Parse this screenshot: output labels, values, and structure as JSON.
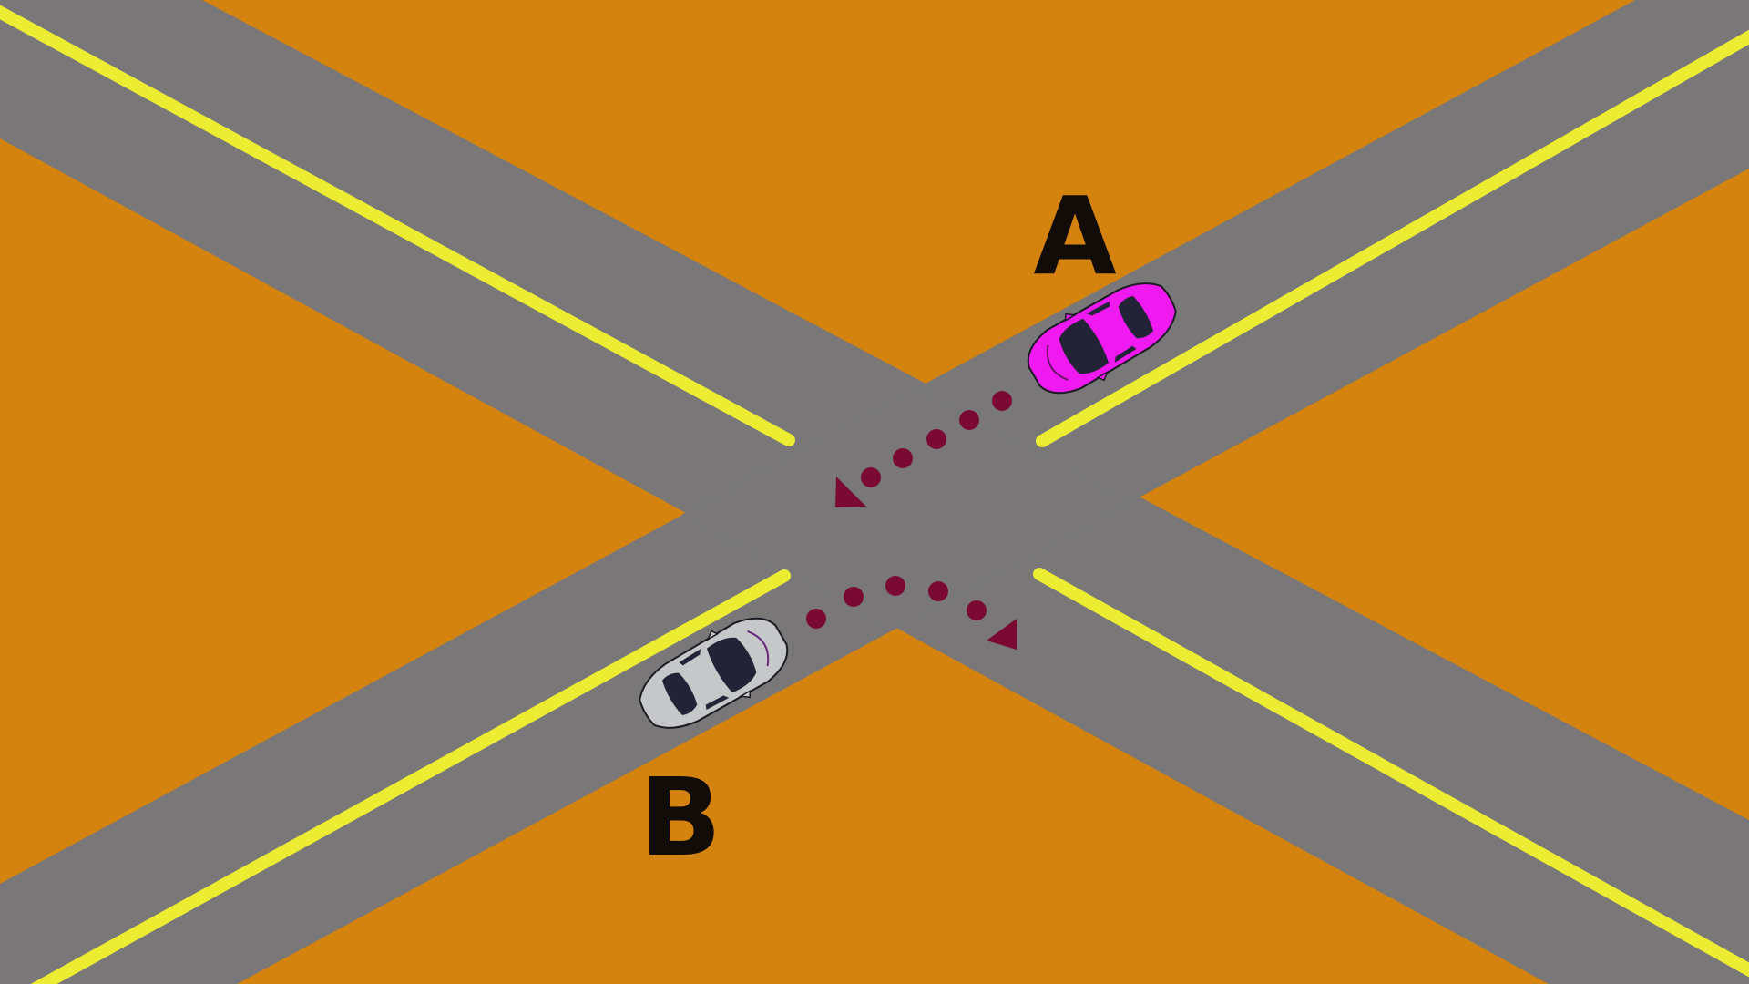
{
  "scene": {
    "colors": {
      "ground": "#d4830f",
      "road": "#797777",
      "road_line": "#ecec33",
      "path": "#7a0a34",
      "car_a_body": "#f019f0",
      "car_b_body": "#c5c7c9",
      "window": "#232338",
      "outline": "#1a1a22"
    },
    "labels": {
      "car_a": "A",
      "car_b": "B"
    },
    "cars": [
      {
        "id": "A",
        "color": "magenta",
        "heading": "southwest",
        "path": "straight"
      },
      {
        "id": "B",
        "color": "silver",
        "heading": "northeast",
        "path": "right-turn"
      }
    ]
  }
}
